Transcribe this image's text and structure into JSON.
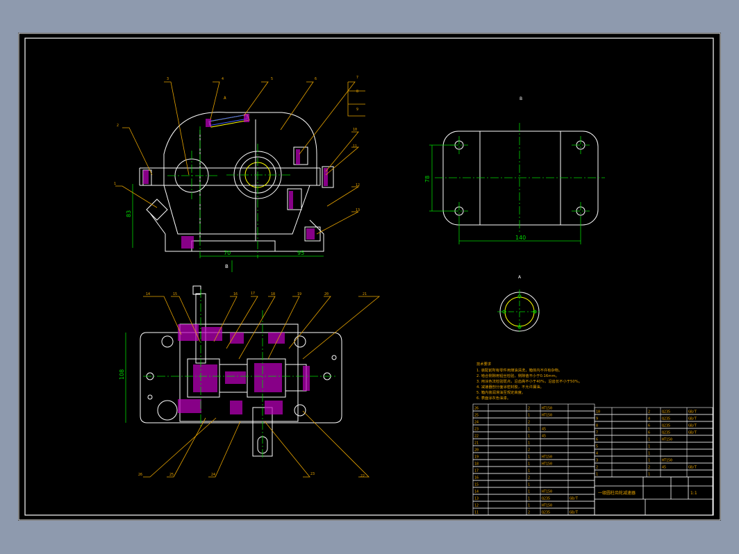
{
  "view_labels": {
    "top_section": "B",
    "section_arrow": "B",
    "detail": "A",
    "detail_arrow": "A"
  },
  "balloons_front": [
    "1",
    "2",
    "3",
    "4",
    "5",
    "6",
    "7",
    "8",
    "9",
    "10",
    "11",
    "12",
    "13"
  ],
  "balloons_plan": [
    "14",
    "15",
    "16",
    "17",
    "18",
    "19",
    "20",
    "21",
    "22",
    "23",
    "24",
    "25",
    "26"
  ],
  "dimensions": {
    "front_height": "83",
    "front_left": "70",
    "front_right": "95",
    "plan_height": "108",
    "base_length": "140",
    "base_width": "78"
  },
  "tech_notes": [
    "技术要求",
    "1. 装配前所有零件用煤油清洗，箱体内不许有杂物。",
    "2. 啮合侧隙用铅丝检验，侧隙值不小于0.16mm。",
    "3. 用涂色法检验斑点，沿齿高不小于40%，沿齿长不小于50%。",
    "4. 减速器剖分面涂密封胶，不允许漏油。",
    "5. 箱内装润滑油至规定高度。",
    "6. 表面涂灰色油漆。"
  ],
  "parts_list_left": [
    [
      "26",
      "",
      "2",
      "HT150",
      ""
    ],
    [
      "25",
      "",
      "1",
      "HT150",
      ""
    ],
    [
      "24",
      "",
      "2",
      "",
      ""
    ],
    [
      "23",
      "",
      "1",
      "45",
      ""
    ],
    [
      "22",
      "",
      "1",
      "45",
      ""
    ],
    [
      "21",
      "",
      "1",
      "",
      ""
    ],
    [
      "20",
      "",
      "2",
      "",
      ""
    ],
    [
      "19",
      "",
      "1",
      "HT150",
      ""
    ],
    [
      "18",
      "",
      "1",
      "HT150",
      ""
    ],
    [
      "17",
      "",
      "1",
      "",
      ""
    ],
    [
      "16",
      "",
      "2",
      "",
      ""
    ],
    [
      "15",
      "",
      "1",
      "",
      ""
    ],
    [
      "14",
      "",
      "1",
      "HT150",
      ""
    ],
    [
      "13",
      "",
      "1",
      "Q235",
      "GB/T"
    ],
    [
      "12",
      "",
      "1",
      "HT150",
      ""
    ],
    [
      "11",
      "",
      "2",
      "Q235",
      "GB/T"
    ]
  ],
  "parts_list_right": [
    [
      "10",
      "",
      "2",
      "Q235",
      "GB/T"
    ],
    [
      "9",
      "",
      "4",
      "Q235",
      "GB/T"
    ],
    [
      "8",
      "",
      "6",
      "Q235",
      "GB/T"
    ],
    [
      "7",
      "",
      "6",
      "Q235",
      "GB/T"
    ],
    [
      "6",
      "",
      "1",
      "HT150",
      ""
    ],
    [
      "5",
      "",
      "1",
      "",
      ""
    ],
    [
      "4",
      "",
      "1",
      "",
      ""
    ],
    [
      "3",
      "",
      "1",
      "HT150",
      ""
    ],
    [
      "2",
      "",
      "2",
      "45",
      "GB/T"
    ],
    [
      "1",
      "",
      "1",
      "",
      ""
    ]
  ],
  "title_block": {
    "title": "一级圆柱齿轮减速器",
    "scale": "1:1"
  },
  "colors": {
    "background": "#000000",
    "frame": "#ffffff",
    "outline": "#ffffff",
    "centerline": "#00d800",
    "leader": "#e8a400",
    "hatch": "#c000c0",
    "highlight": "#ffff00",
    "accent_blue": "#4060ff"
  }
}
